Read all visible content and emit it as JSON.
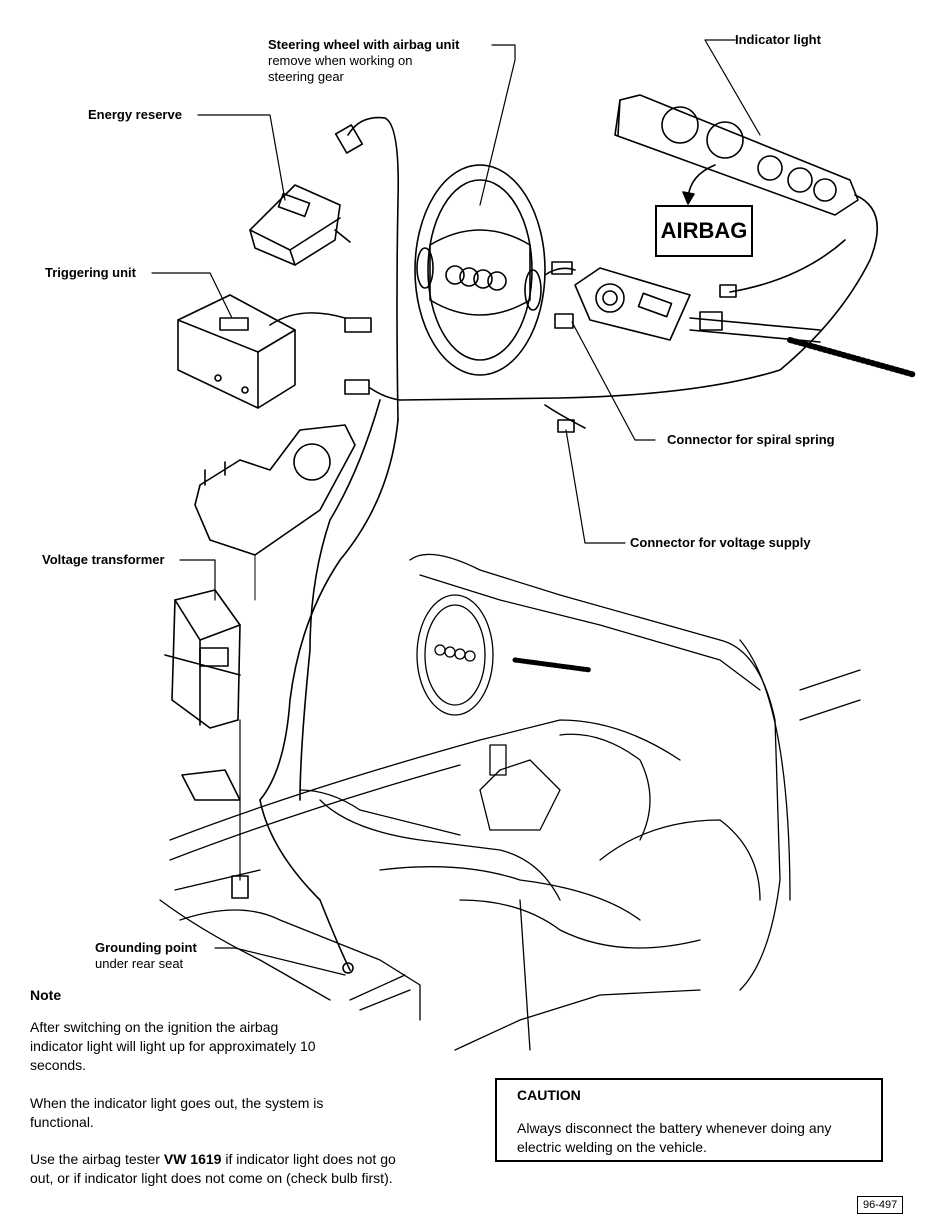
{
  "labels": {
    "steering_wheel_title": "Steering wheel with airbag unit",
    "steering_wheel_sub1": "remove when working on",
    "steering_wheel_sub2": "steering gear",
    "indicator_light": "Indicator light",
    "energy_reserve": "Energy reserve",
    "airbag_sign": "AIRBAG",
    "triggering_unit": "Triggering unit",
    "spiral_spring": "Connector for spiral spring",
    "voltage_supply": "Connector for voltage supply",
    "voltage_transformer": "Voltage transformer",
    "grounding_title": "Grounding point",
    "grounding_sub": "under rear seat"
  },
  "note": {
    "heading": "Note",
    "p1": "After switching on the ignition the airbag indicator light will light up for approximately 10 seconds.",
    "p2": "When the indicator light goes out, the system is functional.",
    "p3_pre": "Use the airbag tester ",
    "p3_tool": "VW 1619",
    "p3_post": " if indicator light does not go out, or if indicator light does not come on (check bulb first)."
  },
  "caution": {
    "heading": "CAUTION",
    "text": "Always disconnect the battery whenever doing any electric welding on the vehicle."
  },
  "figure_code": "96-497"
}
